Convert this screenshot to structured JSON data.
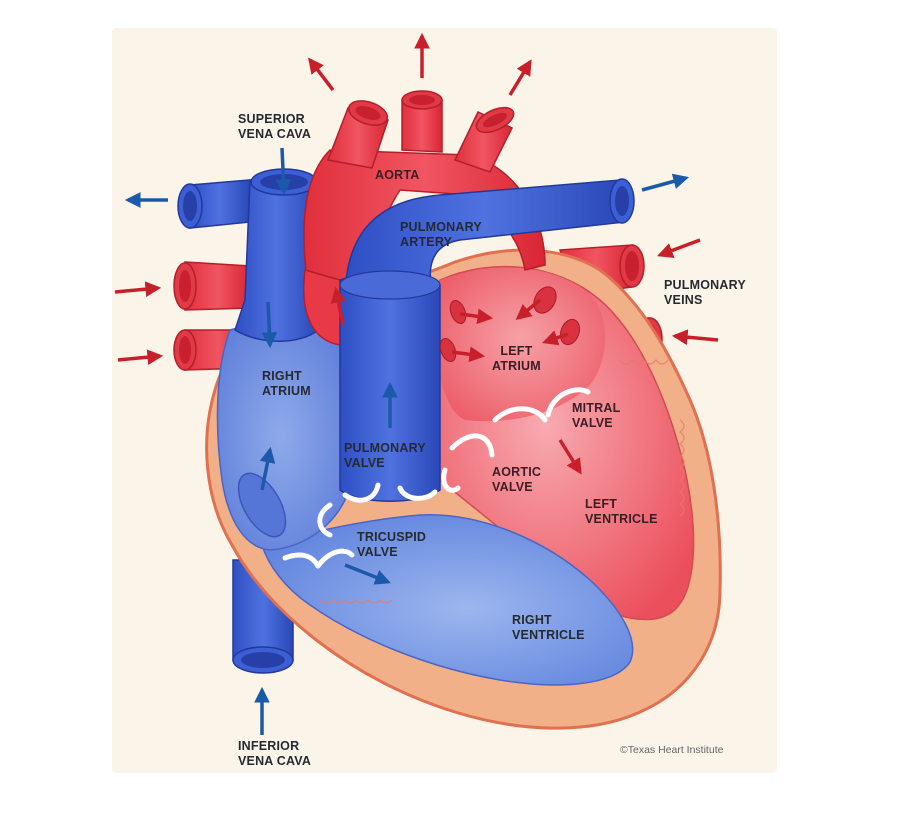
{
  "labels": {
    "superior_vena_cava": [
      "SUPERIOR",
      "VENA CAVA"
    ],
    "aorta": [
      "AORTA"
    ],
    "pulmonary_artery": [
      "PULMONARY",
      "ARTERY"
    ],
    "pulmonary_veins": [
      "PULMONARY",
      "VEINS"
    ],
    "right_atrium": [
      "RIGHT",
      "ATRIUM"
    ],
    "left_atrium": [
      "LEFT",
      "ATRIUM"
    ],
    "mitral_valve": [
      "MITRAL",
      "VALVE"
    ],
    "pulmonary_valve": [
      "PULMONARY",
      "VALVE"
    ],
    "aortic_valve": [
      "AORTIC",
      "VALVE"
    ],
    "left_ventricle": [
      "LEFT",
      "VENTRICLE"
    ],
    "tricuspid_valve": [
      "TRICUSPID",
      "VALVE"
    ],
    "right_ventricle": [
      "RIGHT",
      "VENTRICLE"
    ],
    "inferior_vena_cava": [
      "INFERIOR",
      "VENA CAVA"
    ]
  },
  "credit": "©Texas Heart Institute",
  "colors": {
    "oxygenated": "#e8333f",
    "deoxygenated": "#3355cc",
    "muscle": "#f2b089",
    "arrow_red": "#c8202a",
    "arrow_blue": "#1a5aa8"
  }
}
